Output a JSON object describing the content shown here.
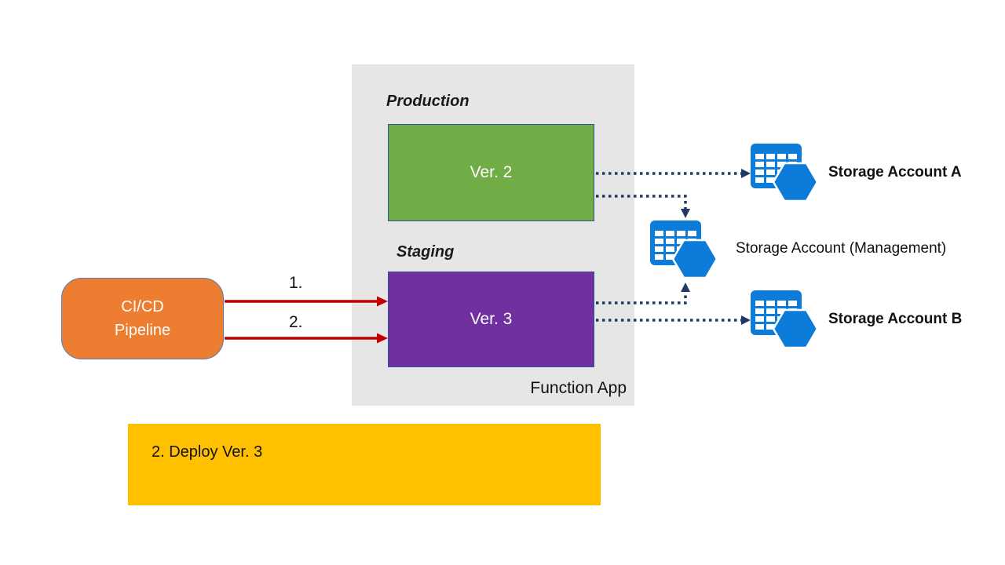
{
  "diagram": {
    "function_app": {
      "label": "Function App",
      "production_label": "Production",
      "staging_label": "Staging",
      "production_version": "Ver. 2",
      "staging_version": "Ver. 3"
    },
    "cicd_pipeline": {
      "line1": "CI/CD",
      "line2": "Pipeline"
    },
    "deploy_steps": {
      "step1_label": "1.",
      "step2_label": "2."
    },
    "storage_accounts": {
      "a_label": "Storage Account A",
      "management_label": "Storage Account (Management)",
      "b_label": "Storage Account B"
    },
    "note": {
      "text": "2. Deploy Ver. 3"
    },
    "colors": {
      "panel_gray": "#E7E6E6",
      "production_green": "#70AD47",
      "staging_purple": "#7030A0",
      "slot_border_blue": "#2E5597",
      "pipeline_orange": "#ED7D31",
      "pipeline_border": "#5B7BA8",
      "note_yellow": "#FFC000",
      "deploy_arrow_red": "#C00000",
      "data_arrow_navy": "#1F3864",
      "storage_icon_blue": "#0D7CD8"
    }
  }
}
